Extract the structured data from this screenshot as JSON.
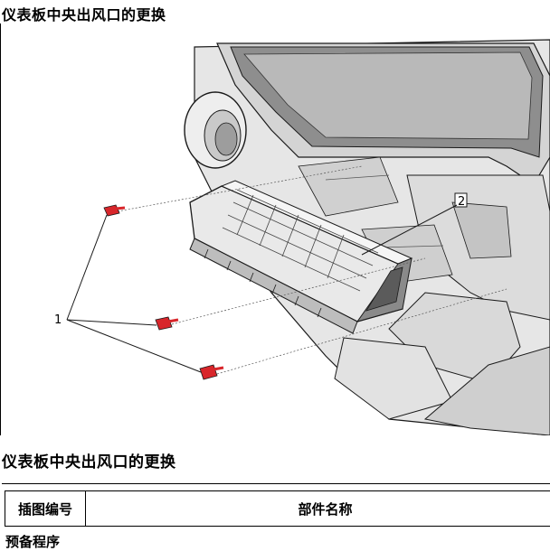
{
  "page_title": "仪表板中央出风口的更换",
  "figure": {
    "callouts": [
      "1",
      "2"
    ]
  },
  "section_title": "仪表板中央出风口的更换",
  "table": {
    "headers": [
      "插图编号",
      "部件名称"
    ]
  },
  "sub_heading": "预备程序",
  "colors": {
    "fastener_red": "#d8262b",
    "outline": "#1a1a1a",
    "surface_light": "#ececec",
    "surface_mid": "#cfcfcf",
    "surface_dark": "#9a9a9a"
  }
}
